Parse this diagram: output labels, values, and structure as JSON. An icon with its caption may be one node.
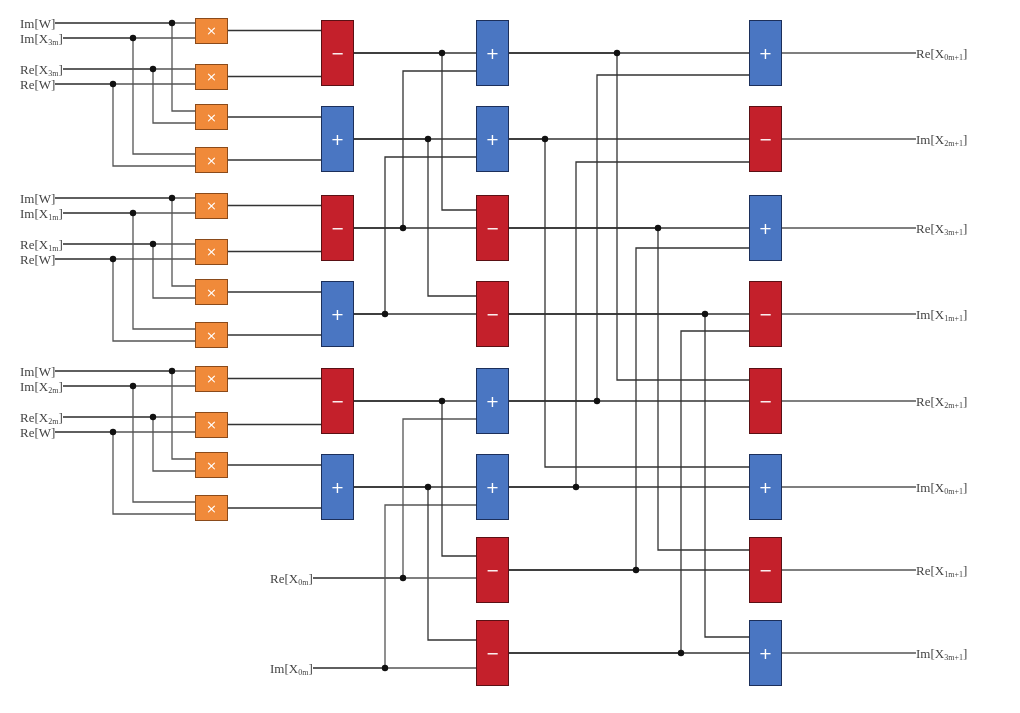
{
  "diagram": {
    "nodes": [
      {
        "text": [
          "Im[W]"
        ]
      },
      {
        "text": [
          "Im[X$_{3m}$]"
        ]
      },
      {
        "text": [
          "Re[X$_{3m}$]"
        ]
      },
      {
        "text": [
          "Re[W]"
        ]
      },
      {
        "text": [
          "Im[W]"
        ]
      },
      {
        "text": [
          "Im[X$_{1m}$]"
        ]
      },
      {
        "text": [
          "Re[X$_{1m}$]"
        ]
      },
      {
        "text": [
          "Re[W]"
        ]
      },
      {
        "text": [
          "Im[W]"
        ]
      },
      {
        "text": [
          "Im[X$_{2m}$]"
        ]
      },
      {
        "text": [
          "Re[X$_{2m}$]"
        ]
      },
      {
        "text": [
          "Re[W]"
        ]
      },
      {
        "text": [
          "Re[X$_{0m}$]"
        ]
      },
      {
        "text": [
          "Im[X$_{0m}$]"
        ]
      },
      {
        "text": [
          "×"
        ]
      },
      {
        "text": [
          "×"
        ]
      },
      {
        "text": [
          "×"
        ]
      },
      {
        "text": [
          "×"
        ]
      },
      {
        "text": [
          "×"
        ]
      },
      {
        "text": [
          "×"
        ]
      },
      {
        "text": [
          "×"
        ]
      },
      {
        "text": [
          "×"
        ]
      },
      {
        "text": [
          "×"
        ]
      },
      {
        "text": [
          "×"
        ]
      },
      {
        "text": [
          "×"
        ]
      },
      {
        "text": [
          "×"
        ]
      },
      {
        "text": [
          "−"
        ]
      },
      {
        "text": [
          "+"
        ]
      },
      {
        "text": [
          "−"
        ]
      },
      {
        "text": [
          "+"
        ]
      },
      {
        "text": [
          "−"
        ]
      },
      {
        "text": [
          "+"
        ]
      },
      {
        "text": [
          "+"
        ]
      },
      {
        "text": [
          "+"
        ]
      },
      {
        "text": [
          "−"
        ]
      },
      {
        "text": [
          "−"
        ]
      },
      {
        "text": [
          "+"
        ]
      },
      {
        "text": [
          "+"
        ]
      },
      {
        "text": [
          "−"
        ]
      },
      {
        "text": [
          "−"
        ]
      },
      {
        "text": [
          "+"
        ]
      },
      {
        "text": [
          "−"
        ]
      },
      {
        "text": [
          "+"
        ]
      },
      {
        "text": [
          "−"
        ]
      },
      {
        "text": [
          "−"
        ]
      },
      {
        "text": [
          "+"
        ]
      },
      {
        "text": [
          "−"
        ]
      },
      {
        "text": [
          "+"
        ]
      },
      {
        "text": [
          "Re[X$_{0m+1}$]"
        ]
      },
      {
        "text": [
          "Im[X$_{2m+1}$]"
        ]
      },
      {
        "text": [
          "Re[X$_{3m+1}$]"
        ]
      },
      {
        "text": [
          "Im[X$_{1m+1}$]"
        ]
      },
      {
        "text": [
          "Re[X$_{2m+1}$]"
        ]
      },
      {
        "text": [
          "Im[X$_{0m+1}$]"
        ]
      },
      {
        "text": [
          "Re[X$_{1m+1}$]"
        ]
      },
      {
        "text": [
          "Im[X$_{3m+1}$]"
        ]
      }
    ],
    "edges": [
      {
        "from": 0,
        "to": 14,
        "arrow": "none"
      },
      {
        "from": 0,
        "to": 16,
        "arrow": "none"
      },
      {
        "from": 1,
        "to": 14,
        "arrow": "none"
      },
      {
        "from": 1,
        "to": 17,
        "arrow": "none"
      },
      {
        "from": 2,
        "to": 15,
        "arrow": "none"
      },
      {
        "from": 2,
        "to": 16,
        "arrow": "none"
      },
      {
        "from": 3,
        "to": 15,
        "arrow": "none"
      },
      {
        "from": 3,
        "to": 17,
        "arrow": "none"
      },
      {
        "from": 14,
        "to": 26,
        "arrow": "none"
      },
      {
        "from": 15,
        "to": 26,
        "arrow": "none"
      },
      {
        "from": 16,
        "to": 27,
        "arrow": "none"
      },
      {
        "from": 17,
        "to": 27,
        "arrow": "none"
      },
      {
        "from": 4,
        "to": 18,
        "arrow": "none"
      },
      {
        "from": 4,
        "to": 20,
        "arrow": "none"
      },
      {
        "from": 5,
        "to": 18,
        "arrow": "none"
      },
      {
        "from": 5,
        "to": 21,
        "arrow": "none"
      },
      {
        "from": 6,
        "to": 19,
        "arrow": "none"
      },
      {
        "from": 6,
        "to": 20,
        "arrow": "none"
      },
      {
        "from": 7,
        "to": 19,
        "arrow": "none"
      },
      {
        "from": 7,
        "to": 21,
        "arrow": "none"
      },
      {
        "from": 18,
        "to": 28,
        "arrow": "none"
      },
      {
        "from": 19,
        "to": 28,
        "arrow": "none"
      },
      {
        "from": 20,
        "to": 29,
        "arrow": "none"
      },
      {
        "from": 21,
        "to": 29,
        "arrow": "none"
      },
      {
        "from": 8,
        "to": 22,
        "arrow": "none"
      },
      {
        "from": 8,
        "to": 24,
        "arrow": "none"
      },
      {
        "from": 9,
        "to": 22,
        "arrow": "none"
      },
      {
        "from": 9,
        "to": 25,
        "arrow": "none"
      },
      {
        "from": 10,
        "to": 23,
        "arrow": "none"
      },
      {
        "from": 10,
        "to": 24,
        "arrow": "none"
      },
      {
        "from": 11,
        "to": 23,
        "arrow": "none"
      },
      {
        "from": 11,
        "to": 25,
        "arrow": "none"
      },
      {
        "from": 22,
        "to": 30,
        "arrow": "none"
      },
      {
        "from": 23,
        "to": 30,
        "arrow": "none"
      },
      {
        "from": 24,
        "to": 31,
        "arrow": "none"
      },
      {
        "from": 25,
        "to": 31,
        "arrow": "none"
      },
      {
        "from": 26,
        "to": 32,
        "arrow": "none"
      },
      {
        "from": 26,
        "to": 34,
        "arrow": "none"
      },
      {
        "from": 28,
        "to": 32,
        "arrow": "none"
      },
      {
        "from": 28,
        "to": 34,
        "arrow": "none"
      },
      {
        "from": 27,
        "to": 33,
        "arrow": "none"
      },
      {
        "from": 27,
        "to": 35,
        "arrow": "none"
      },
      {
        "from": 29,
        "to": 33,
        "arrow": "none"
      },
      {
        "from": 29,
        "to": 35,
        "arrow": "none"
      },
      {
        "from": 30,
        "to": 36,
        "arrow": "none"
      },
      {
        "from": 30,
        "to": 38,
        "arrow": "none"
      },
      {
        "from": 12,
        "to": 36,
        "arrow": "none"
      },
      {
        "from": 12,
        "to": 38,
        "arrow": "none"
      },
      {
        "from": 31,
        "to": 37,
        "arrow": "none"
      },
      {
        "from": 31,
        "to": 39,
        "arrow": "none"
      },
      {
        "from": 13,
        "to": 37,
        "arrow": "none"
      },
      {
        "from": 13,
        "to": 39,
        "arrow": "none"
      },
      {
        "from": 32,
        "to": 40,
        "arrow": "none"
      },
      {
        "from": 32,
        "to": 44,
        "arrow": "none"
      },
      {
        "from": 36,
        "to": 40,
        "arrow": "none"
      },
      {
        "from": 36,
        "to": 44,
        "arrow": "none"
      },
      {
        "from": 33,
        "to": 41,
        "arrow": "none"
      },
      {
        "from": 33,
        "to": 45,
        "arrow": "none"
      },
      {
        "from": 37,
        "to": 41,
        "arrow": "none"
      },
      {
        "from": 37,
        "to": 45,
        "arrow": "none"
      },
      {
        "from": 34,
        "to": 42,
        "arrow": "none"
      },
      {
        "from": 34,
        "to": 46,
        "arrow": "none"
      },
      {
        "from": 38,
        "to": 42,
        "arrow": "none"
      },
      {
        "from": 38,
        "to": 46,
        "arrow": "none"
      },
      {
        "from": 35,
        "to": 43,
        "arrow": "none"
      },
      {
        "from": 35,
        "to": 47,
        "arrow": "none"
      },
      {
        "from": 39,
        "to": 43,
        "arrow": "none"
      },
      {
        "from": 39,
        "to": 47,
        "arrow": "none"
      },
      {
        "from": 40,
        "to": 48,
        "arrow": "none"
      },
      {
        "from": 41,
        "to": 49,
        "arrow": "none"
      },
      {
        "from": 42,
        "to": 50,
        "arrow": "none"
      },
      {
        "from": 43,
        "to": 51,
        "arrow": "none"
      },
      {
        "from": 44,
        "to": 52,
        "arrow": "none"
      },
      {
        "from": 45,
        "to": 53,
        "arrow": "none"
      },
      {
        "from": 46,
        "to": 54,
        "arrow": "none"
      },
      {
        "from": 47,
        "to": 55,
        "arrow": "none"
      }
    ]
  }
}
